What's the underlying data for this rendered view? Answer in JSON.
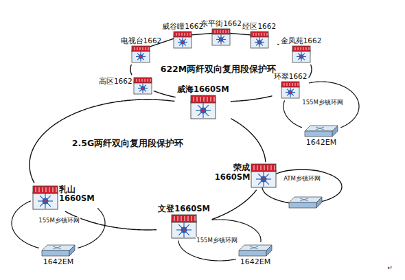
{
  "diagram": {
    "nodes": [
      {
        "text": [
          "威谷瞳1662"
        ]
      },
      {
        "text": [
          "东平街1662"
        ]
      },
      {
        "text": [
          "经区1662"
        ]
      },
      {
        "text": [
          "电视台1662"
        ]
      },
      {
        "text": [
          "金凤苑1662"
        ]
      },
      {
        "text": [
          "高区1662"
        ]
      },
      {
        "text": [
          "威海1660SM"
        ]
      },
      {
        "text": [
          "环翠1662"
        ]
      },
      {
        "text": [
          "1642EM"
        ]
      },
      {
        "text": [
          "荣成1660SM"
        ]
      },
      {
        "text": [
          "乳山1660SM"
        ]
      },
      {
        "text": [
          "文登1660SM"
        ]
      },
      {
        "text": [
          "1642EM"
        ]
      },
      {
        "text": [
          "1642EM"
        ]
      }
    ],
    "edges": [
      {
        "from": 1,
        "to": 2,
        "arrow": "none"
      },
      {
        "from": 2,
        "to": 4,
        "arrow": "none"
      },
      {
        "from": 4,
        "to": 7,
        "arrow": "none"
      },
      {
        "from": 7,
        "to": 6,
        "arrow": "none"
      },
      {
        "from": 6,
        "to": 5,
        "arrow": "none"
      },
      {
        "from": 5,
        "to": 3,
        "arrow": "none"
      },
      {
        "from": 3,
        "to": 0,
        "arrow": "none"
      },
      {
        "from": 0,
        "to": 1,
        "arrow": "none"
      },
      {
        "from": 6,
        "to": 9,
        "arrow": "none"
      },
      {
        "from": 9,
        "to": 11,
        "arrow": "none"
      },
      {
        "from": 11,
        "to": 10,
        "arrow": "none"
      },
      {
        "from": 10,
        "to": 6,
        "arrow": "none"
      },
      {
        "from": 7,
        "to": 8,
        "arrow": "none"
      },
      {
        "from": 7,
        "to": 8,
        "arrow": "none"
      },
      {
        "from": 10,
        "to": 12,
        "arrow": "none"
      },
      {
        "from": 10,
        "to": 12,
        "arrow": "none"
      },
      {
        "from": 11,
        "to": 13,
        "arrow": "none"
      },
      {
        "from": 11,
        "to": 13,
        "arrow": "none"
      }
    ],
    "labels": [
      "622M两纤双向复用段保护环",
      "2.5G两纤双向复用段保护环",
      "155M乡镇环网",
      "ATM乡镇环网",
      "155M乡镇环网",
      "155M乡镇环网",
      "↵"
    ]
  }
}
